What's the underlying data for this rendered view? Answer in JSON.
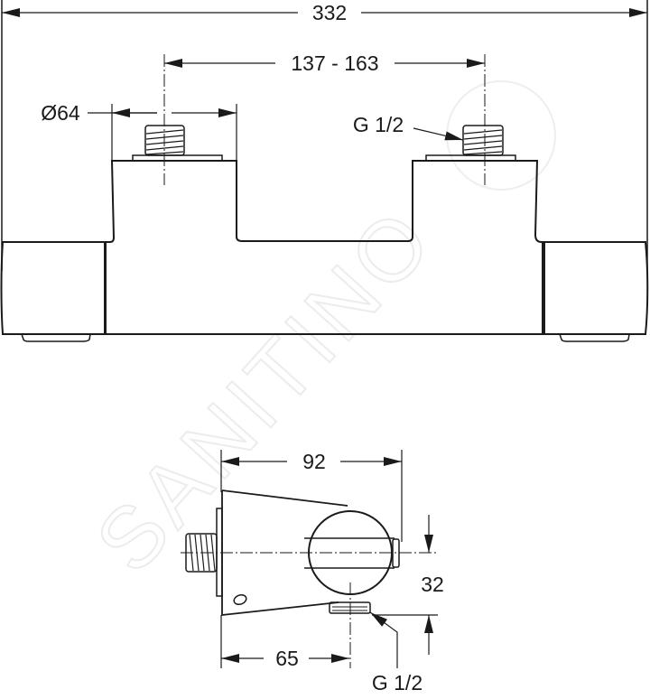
{
  "watermark": "SANITINO",
  "colors": {
    "line": "#1a1a1a",
    "dim_line": "#2a2a2a",
    "background": "#ffffff",
    "watermark": "#ececec"
  },
  "front_view": {
    "dimensions": {
      "overall_width": "332",
      "inlet_spacing": "137 - 163",
      "diameter": "Ø64",
      "thread_label": "G 1/2"
    }
  },
  "side_view": {
    "dimensions": {
      "depth": "92",
      "outlet_offset": "65",
      "outlet_height": "32",
      "outlet_thread": "G 1/2"
    }
  }
}
